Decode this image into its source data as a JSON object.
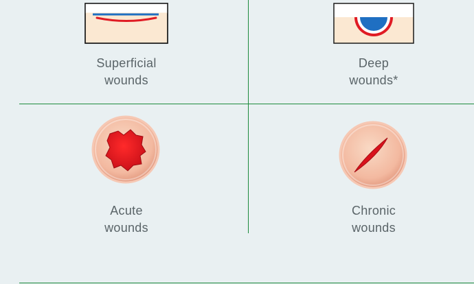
{
  "categories": [
    {
      "id": "superficial",
      "line1": "Superficial",
      "line2": "wounds",
      "icon": "superficial-wound-icon"
    },
    {
      "id": "deep",
      "line1": "Deep",
      "line2": "wounds*",
      "icon": "deep-wound-icon"
    },
    {
      "id": "acute",
      "line1": "Acute",
      "line2": "wounds",
      "icon": "acute-wound-icon"
    },
    {
      "id": "chronic",
      "line1": "Chronic",
      "line2": "wounds",
      "icon": "chronic-wound-icon"
    }
  ],
  "colors": {
    "divider": "#1c8a3c",
    "background": "#e9f0f2",
    "wound_red": "#e01b24",
    "skin": "#f7dfc6",
    "deep_blue": "#1f6fc2"
  }
}
